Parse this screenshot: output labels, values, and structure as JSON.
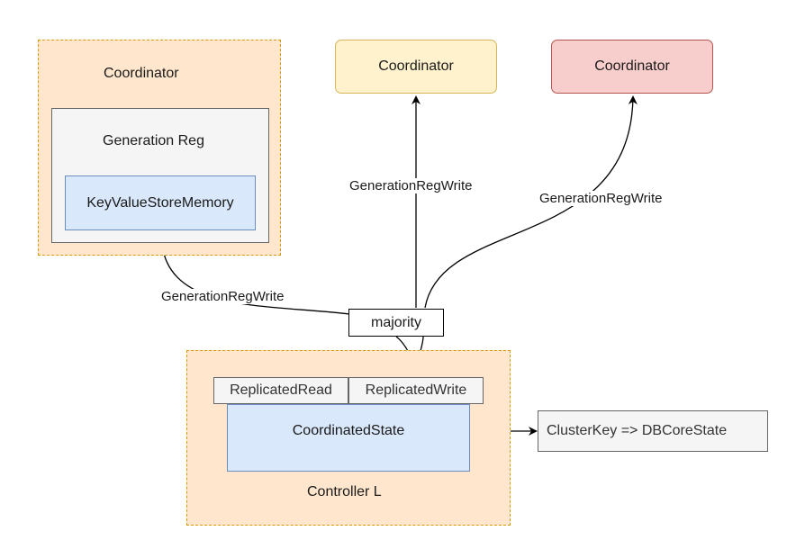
{
  "left_group": {
    "title": "Coordinator",
    "inner": {
      "title": "Generation Reg",
      "store": "KeyValueStoreMemory"
    }
  },
  "coordinator_yellow": {
    "label": "Coordinator"
  },
  "coordinator_red": {
    "label": "Coordinator"
  },
  "majority": {
    "label": "majority"
  },
  "controller": {
    "title": "Controller L",
    "replicated_read": "ReplicatedRead",
    "replicated_write": "ReplicatedWrite",
    "coordinated_state": "CoordinatedState"
  },
  "cluster_key": {
    "label": "ClusterKey => DBCoreState"
  },
  "edges": {
    "to_left": "GenerationRegWrite",
    "to_yellow": "GenerationRegWrite",
    "to_red": "GenerationRegWrite"
  },
  "colors": {
    "orange_fill": "#ffe6cc",
    "orange_stroke": "#d79b00",
    "blue_fill": "#dae8fc",
    "blue_stroke": "#6c8ebf",
    "yellow_fill": "#fff2cc",
    "yellow_stroke": "#d6b656",
    "red_fill": "#f8cecc",
    "red_stroke": "#b85450",
    "gray_fill": "#f5f5f5",
    "gray_stroke": "#666666"
  }
}
